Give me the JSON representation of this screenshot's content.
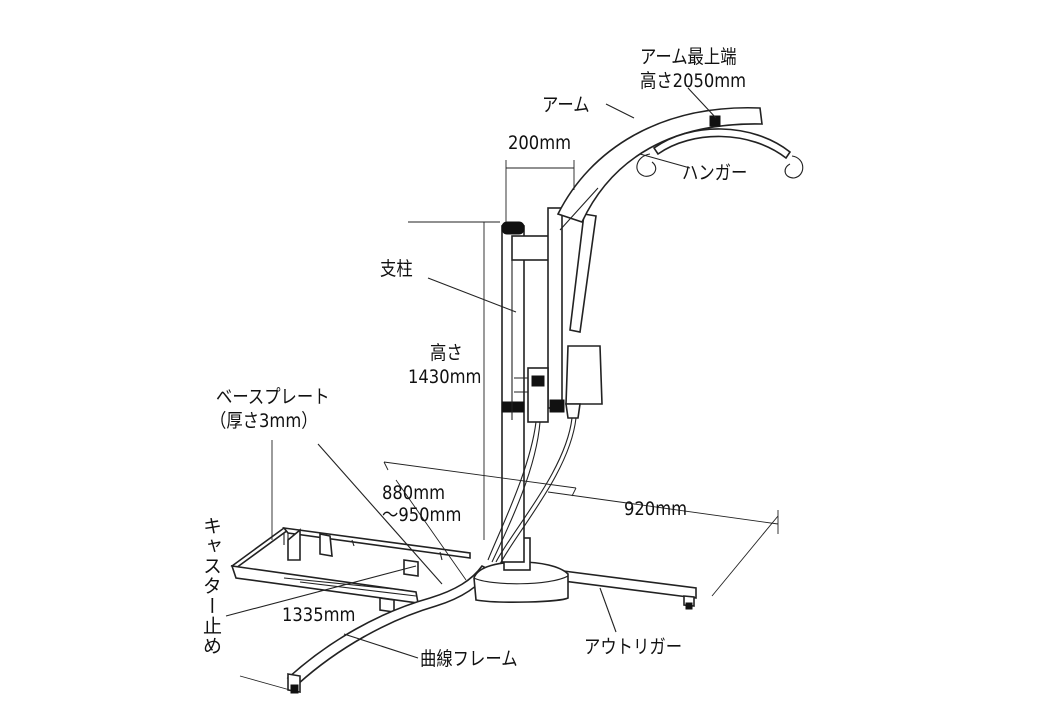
{
  "labels": {
    "arm_top_line1": "アーム最上端",
    "arm_top_line2": "高さ2050mm",
    "arm": "アーム",
    "arm_offset": "200mm",
    "hanger": "ハンガー",
    "mast": "支柱",
    "height_line1": "高さ",
    "height_line2": "1430mm",
    "base_plate_line1": "ベースプレート",
    "base_plate_line2": "（厚さ3mm）",
    "width_line1": "880mm",
    "width_line2": "～950mm",
    "outrigger_length": "920mm",
    "caster_stop": "キャスター止め",
    "frame_length": "1335mm",
    "curved_frame": "曲線フレーム",
    "outrigger": "アウトリガー"
  }
}
